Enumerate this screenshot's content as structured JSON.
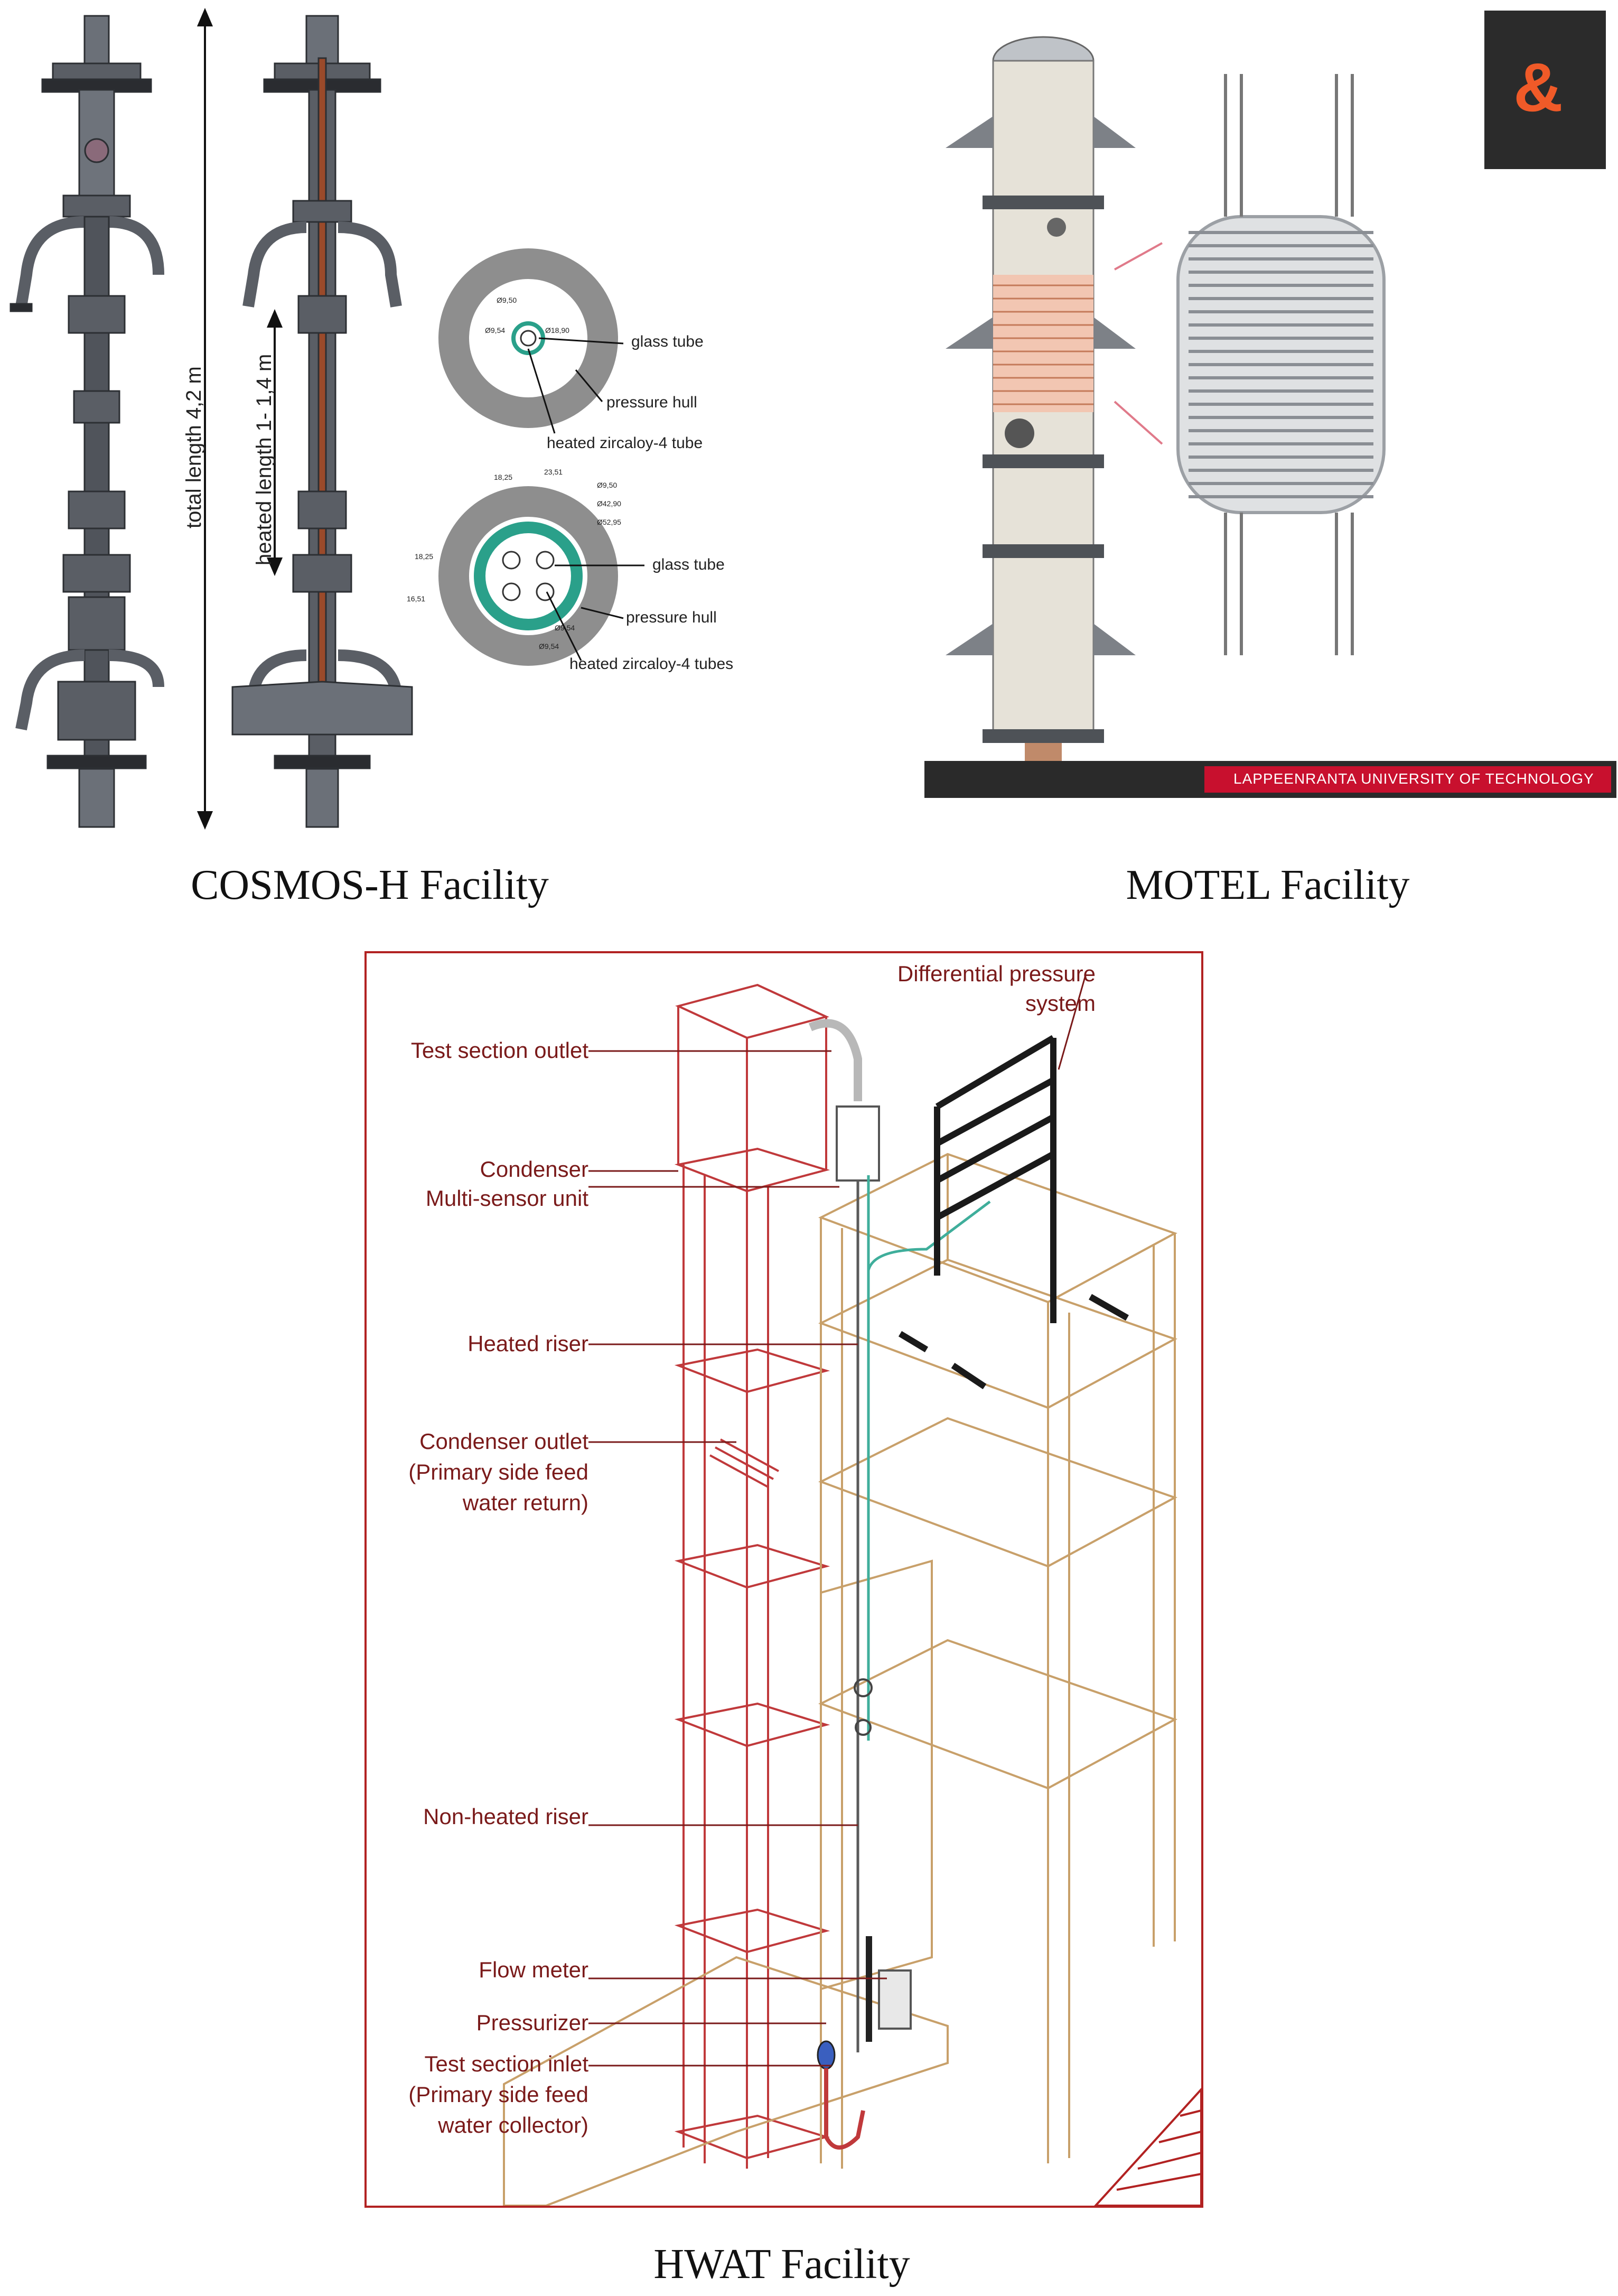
{
  "cosmos": {
    "caption": "COSMOS-H Facility",
    "total_length_label": "total length 4,2 m",
    "heated_length_label": "heated length 1- 1,4 m",
    "section1": {
      "labels": [
        "glass tube",
        "pressure hull",
        "heated zircaloy-4 tube"
      ],
      "dims": [
        "Ø9,50",
        "Ø9,54",
        "Ø18,90"
      ]
    },
    "section2": {
      "labels": [
        "glass tube",
        "pressure hull",
        "heated zircaloy-4 tubes"
      ],
      "dims": [
        "18,25",
        "23,51",
        "Ø9,50",
        "Ø42,90",
        "Ø52,95",
        "Ø9,54",
        "18,25",
        "16,51",
        "Ø9,54"
      ]
    }
  },
  "motel": {
    "caption": "MOTEL Facility",
    "banner_text": "LAPPEENRANTA UNIVERSITY OF TECHNOLOGY",
    "logo_glyph": "&"
  },
  "hwat": {
    "caption": "HWAT Facility",
    "labels_left": [
      "Test section outlet",
      "Condenser",
      "Multi-sensor unit",
      "Heated riser",
      "Condenser outlet",
      "(Primary side feed",
      "water return)",
      "Non-heated riser",
      "Flow meter",
      "Pressurizer",
      "Test section inlet",
      "(Primary side feed",
      "water collector)"
    ],
    "label_top_right": [
      "Differential pressure",
      "system"
    ]
  },
  "colors": {
    "accent_red": "#b22222",
    "frame_red": "#c0393b",
    "frame_tan": "#c8a06a",
    "steel_dark": "#4a4e55",
    "steel_mid": "#7b8088",
    "copper": "#9a4a2a",
    "teal": "#3fae9b",
    "banner": "#c8102e"
  }
}
